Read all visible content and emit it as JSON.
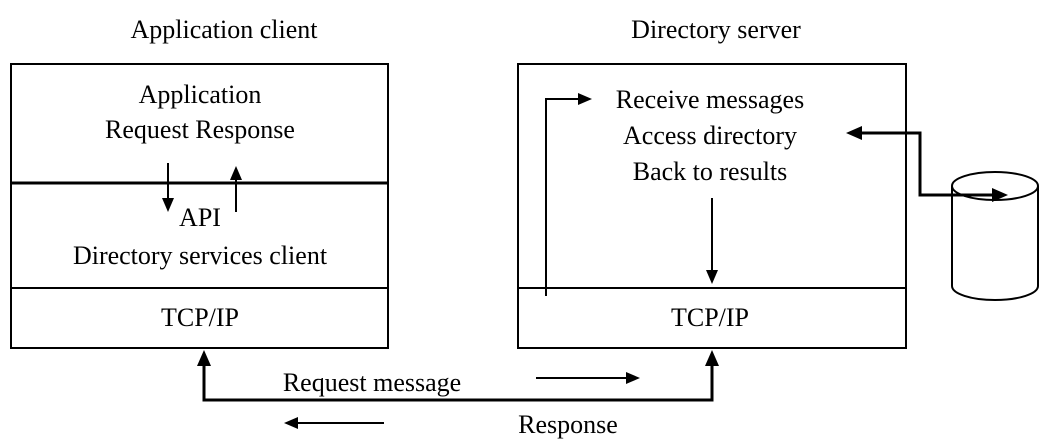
{
  "client": {
    "title": "Application client",
    "app_line1": "Application",
    "app_line2": "Request Response",
    "api_label": "API",
    "services_label": "Directory services client",
    "tcp_label": "TCP/IP"
  },
  "server": {
    "title": "Directory server",
    "step1": "Receive messages",
    "step2": "Access directory",
    "step3": "Back to results",
    "tcp_label": "TCP/IP"
  },
  "network": {
    "request_label": "Request message",
    "response_label": "Response"
  },
  "storage": {
    "icon": "database-cylinder-icon"
  }
}
